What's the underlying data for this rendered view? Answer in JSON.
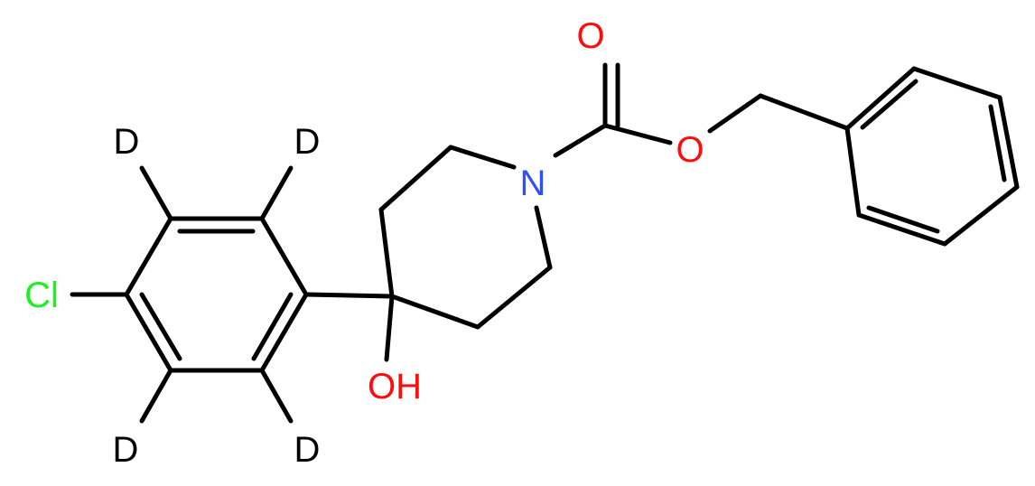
{
  "molecule": {
    "atoms": {
      "carbonyl_oxygen": {
        "label": "O",
        "color": "#ff0d0d"
      },
      "ester_oxygen": {
        "label": "O",
        "color": "#ff0d0d"
      },
      "nitrogen": {
        "label": "N",
        "color": "#3050f8"
      },
      "hydroxyl": {
        "label": "OH",
        "color": "#ff0d0d"
      },
      "chlorine": {
        "label": "Cl",
        "color": "#1ff01f"
      },
      "deuterium_top_left": {
        "label": "D",
        "color": "#000000"
      },
      "deuterium_top_right": {
        "label": "D",
        "color": "#000000"
      },
      "deuterium_bottom_left": {
        "label": "D",
        "color": "#000000"
      },
      "deuterium_bottom_right": {
        "label": "D",
        "color": "#000000"
      }
    },
    "bond_color": "#000000"
  }
}
